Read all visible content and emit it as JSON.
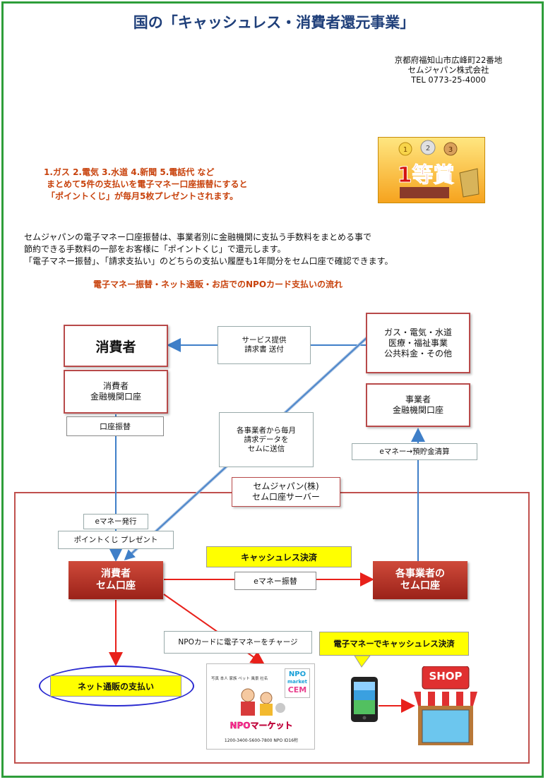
{
  "header": {
    "title": "国の「キャッシュレス・消費者還元事業」",
    "address": [
      "京都府福知山市広峰町22番地",
      "セムジャパン株式会社",
      "TEL 0773-25-4000"
    ],
    "prize_badge": "1等賞"
  },
  "promo": [
    "1.ガス 2.電気 3.水道 4.新聞 5.電話代 など",
    "まとめて5件の支払いを電子マネー口座振替にすると",
    "「ポイントくじ」が毎月5枚プレゼントされます。"
  ],
  "description": [
    "セムジャパンの電子マネー口座振替は、事業者別に金融機関に支払う手数料をまとめる事で",
    "節約できる手数料の一部をお客様に「ポイントくじ」で還元します。",
    "「電子マネー振替」、「請求支払い」のどちらの支払い履歴も1年間分をセム口座で確認できます。"
  ],
  "flow": {
    "title": "電子マネー振替・ネット通販・お店でのNPOカード支払いの流れ",
    "consumer": "消費者",
    "consumer_bank": [
      "消費者",
      "金融機関口座"
    ],
    "account_transfer": "口座振替",
    "service_invoice": [
      "サービス提供",
      "請求書 送付"
    ],
    "providers": [
      "ガス・電気・水道",
      "医療・福祉事業",
      "公共料金・その他"
    ],
    "provider_bank": [
      "事業者",
      "金融機関口座"
    ],
    "emoney_settlement": "eマネー→預貯金清算",
    "billing_data": [
      "各事業者から毎月",
      "請求データを",
      "セムに送信"
    ],
    "server": [
      "セムジャパン(株)",
      "セム口座サーバー"
    ],
    "emoney_issue": "eマネー発行",
    "point_lottery": "ポイントくじ プレゼント",
    "consumer_sem": [
      "消費者",
      "セム口座"
    ],
    "cashless_payment": "キャッシュレス決済",
    "emoney_transfer": "eマネー振替",
    "provider_sem": [
      "各事業者の",
      "セム口座"
    ],
    "npo_charge": "NPOカードに電子マネーをチャージ",
    "emoney_cashless": "電子マネーでキャッシュレス決済",
    "online_payment": "ネット通販の支払い",
    "card": {
      "top_labels": "写真 本人 家族 ペット 風景 社名",
      "brand": [
        "NPO",
        "market",
        "CEM"
      ],
      "logo": "NPOマーケット",
      "number": "1200-3400-5600-7800 NPO ID16桁"
    },
    "shop_sign": "SHOP"
  },
  "colors": {
    "frame": "#2e9e3a",
    "title": "#1f3f7a",
    "accent_text": "#c8420c",
    "box_border": "#b84a4a",
    "blue_arrow": "#3f7fc8",
    "red_arrow": "#e8201a",
    "highlight": "#ffff00"
  }
}
